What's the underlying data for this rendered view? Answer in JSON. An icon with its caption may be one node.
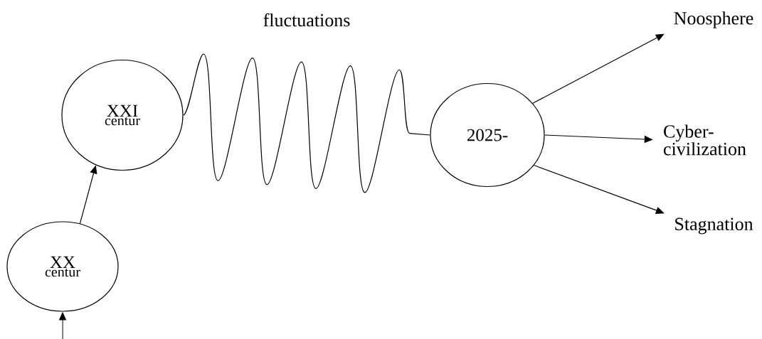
{
  "diagram": {
    "nodes": [
      {
        "text": [
          "XX",
          "centur"
        ]
      },
      {
        "text": [
          "XXI",
          "centur"
        ]
      },
      {
        "text": [
          "2025-"
        ]
      },
      {
        "text": [
          "Noosphere"
        ]
      },
      {
        "text": [
          "Cyber- civilization"
        ]
      },
      {
        "text": [
          "Stagnation"
        ]
      }
    ],
    "edges": [
      {
        "from": null,
        "to": 0,
        "arrow": "to"
      },
      {
        "from": 0,
        "to": 1,
        "arrow": "to"
      },
      {
        "from": 1,
        "to": 2,
        "arrow": "none",
        "label": "fluctuations"
      },
      {
        "from": 2,
        "to": 3,
        "arrow": "to"
      },
      {
        "from": 2,
        "to": 4,
        "arrow": "to"
      },
      {
        "from": 2,
        "to": 5,
        "arrow": "to"
      }
    ]
  }
}
